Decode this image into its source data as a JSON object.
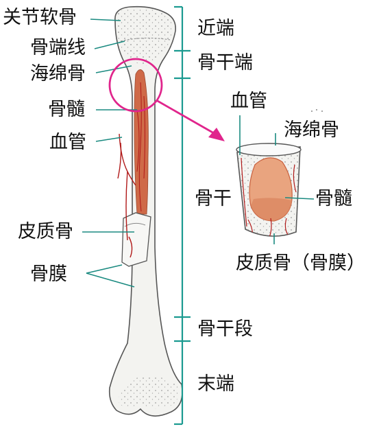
{
  "labels": {
    "articular_cartilage": "关节软骨",
    "epiphyseal_line": "骨端线",
    "spongy_bone": "海绵骨",
    "bone_marrow": "骨髓",
    "blood_vessel": "血管",
    "cortical_bone": "皮质骨",
    "periosteum": "骨膜",
    "proximal_end": "近端",
    "metaphysis_proximal": "骨干端",
    "diaphysis": "骨干",
    "metaphysis_distal": "骨干段",
    "distal_end": "末端",
    "detail_blood_vessel": "血管",
    "detail_spongy_bone": "海绵骨",
    "detail_bone_marrow": "骨髓",
    "detail_cortical_periosteum": "皮质骨（骨膜）"
  },
  "colors": {
    "leader_line": "#1a8a80",
    "bracket": "#1a9a90",
    "magnify": "#e0258c",
    "bone_fill": "#f3f3f0",
    "bone_outline": "#555555",
    "marrow": "#cf6a48",
    "marrow_light": "#e9a47f",
    "vessel": "#b01818"
  }
}
